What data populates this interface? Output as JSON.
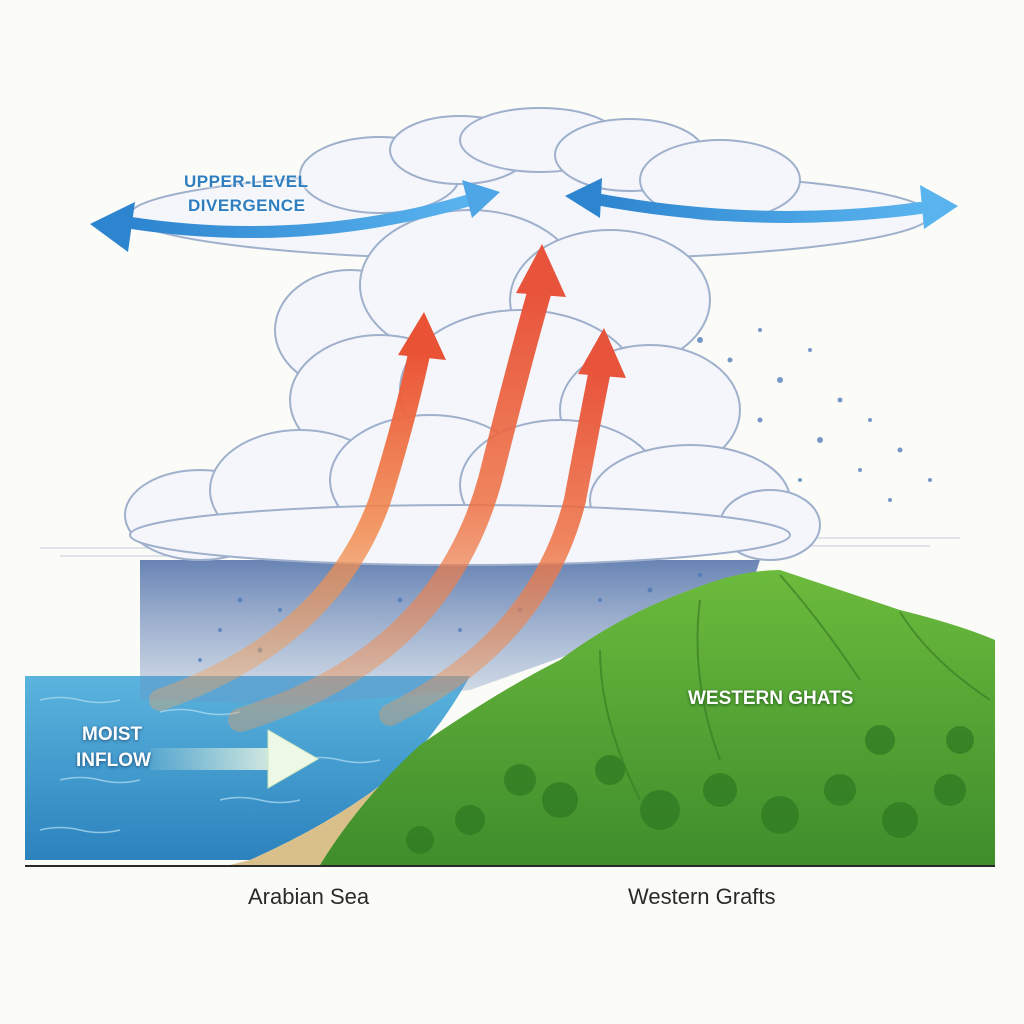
{
  "labels": {
    "divergence_line1": "UPPER-LEVEL",
    "divergence_line2": "DIVERGENCE",
    "inflow_line1": "MOIST",
    "inflow_line2": "INFLOW",
    "ghats": "WESTERN GHATS",
    "caption_left": "Arabian Sea",
    "caption_right": "Western Grafts"
  },
  "colors": {
    "background": "#fbfbf7",
    "sea": "#3f9fd1",
    "mountain": "#5aa83a",
    "cloud": "#f4f6fb",
    "updraft": "#ef5a3a",
    "divergence_arrow": "#3b92d8",
    "inflow_arrow": "#e3f2d8"
  }
}
